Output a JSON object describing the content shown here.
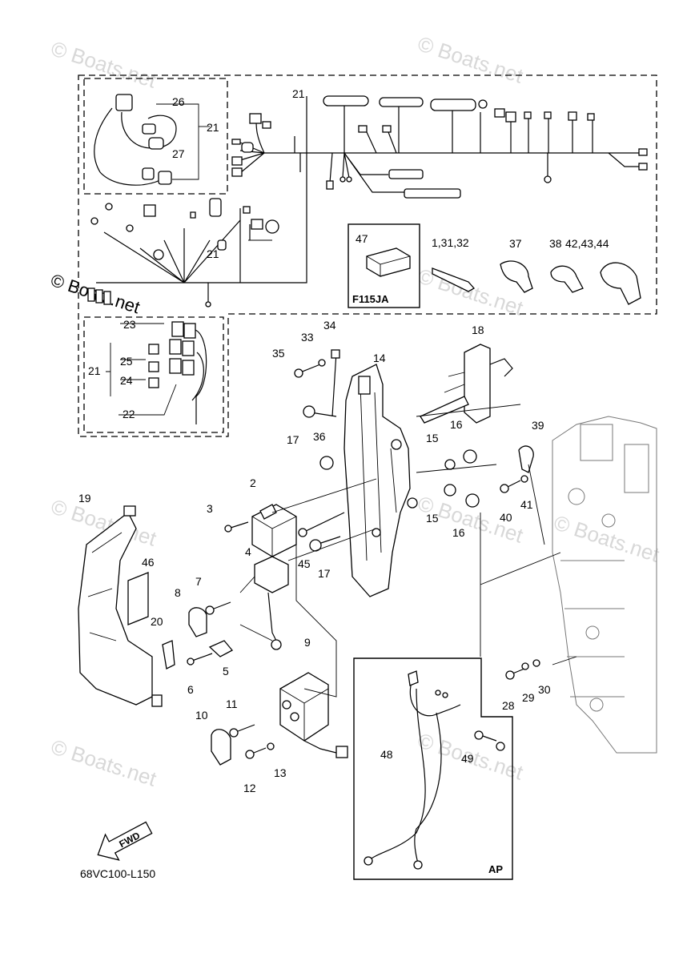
{
  "watermarks": [
    "© Boats.net",
    "© Boats.net",
    "© Boats.net",
    "© Boats.net",
    "© Boats.net",
    "© Boats.net",
    "© Boats.net",
    "© Boats.net",
    "© Boats.net"
  ],
  "boxes": {
    "model_box_label": "F115JA",
    "ap_box_label": "AP"
  },
  "callouts": [
    "1,31,32",
    "2",
    "3",
    "4",
    "5",
    "6",
    "7",
    "8",
    "9",
    "10",
    "11",
    "12",
    "13",
    "14",
    "15",
    "15",
    "16",
    "16",
    "17",
    "17",
    "18",
    "19",
    "20",
    "21",
    "21",
    "21",
    "21",
    "22",
    "23",
    "24",
    "25",
    "26",
    "27",
    "28",
    "29",
    "30",
    "33",
    "34",
    "35",
    "36",
    "37",
    "38",
    "39",
    "40",
    "41",
    "42,43,44",
    "45",
    "46",
    "47",
    "48",
    "49"
  ],
  "fwd_label": "FWD",
  "diagram_code": "68VC100-L150"
}
